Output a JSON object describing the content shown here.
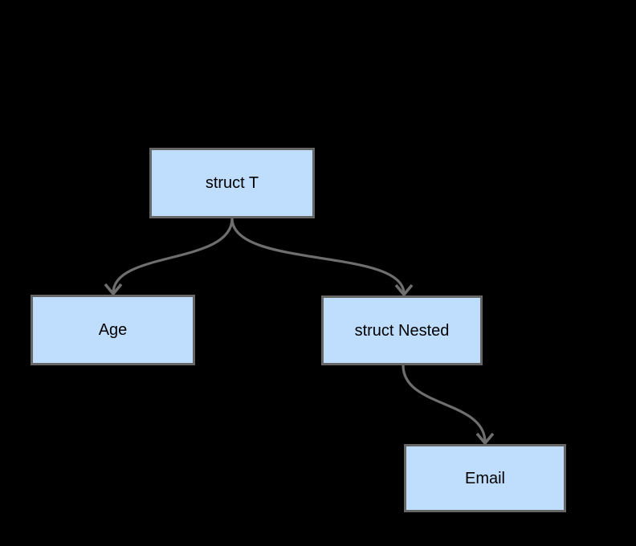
{
  "diagram": {
    "type": "flowchart",
    "background_color": "#000000",
    "node_fill_color": "#BFDEFD",
    "node_border_color": "#666666",
    "edge_color": "#6E6E6E",
    "label_color": "#000000",
    "nodes": [
      {
        "id": "struct-t",
        "label": "struct T"
      },
      {
        "id": "age",
        "label": "Age"
      },
      {
        "id": "struct-nested",
        "label": "struct Nested"
      },
      {
        "id": "email",
        "label": "Email"
      }
    ],
    "edges": [
      {
        "from": "struct-t",
        "to": "age",
        "arrowhead": "open-vee"
      },
      {
        "from": "struct-t",
        "to": "struct-nested",
        "arrowhead": "open-vee"
      },
      {
        "from": "struct-nested",
        "to": "email",
        "arrowhead": "open-vee"
      }
    ]
  }
}
